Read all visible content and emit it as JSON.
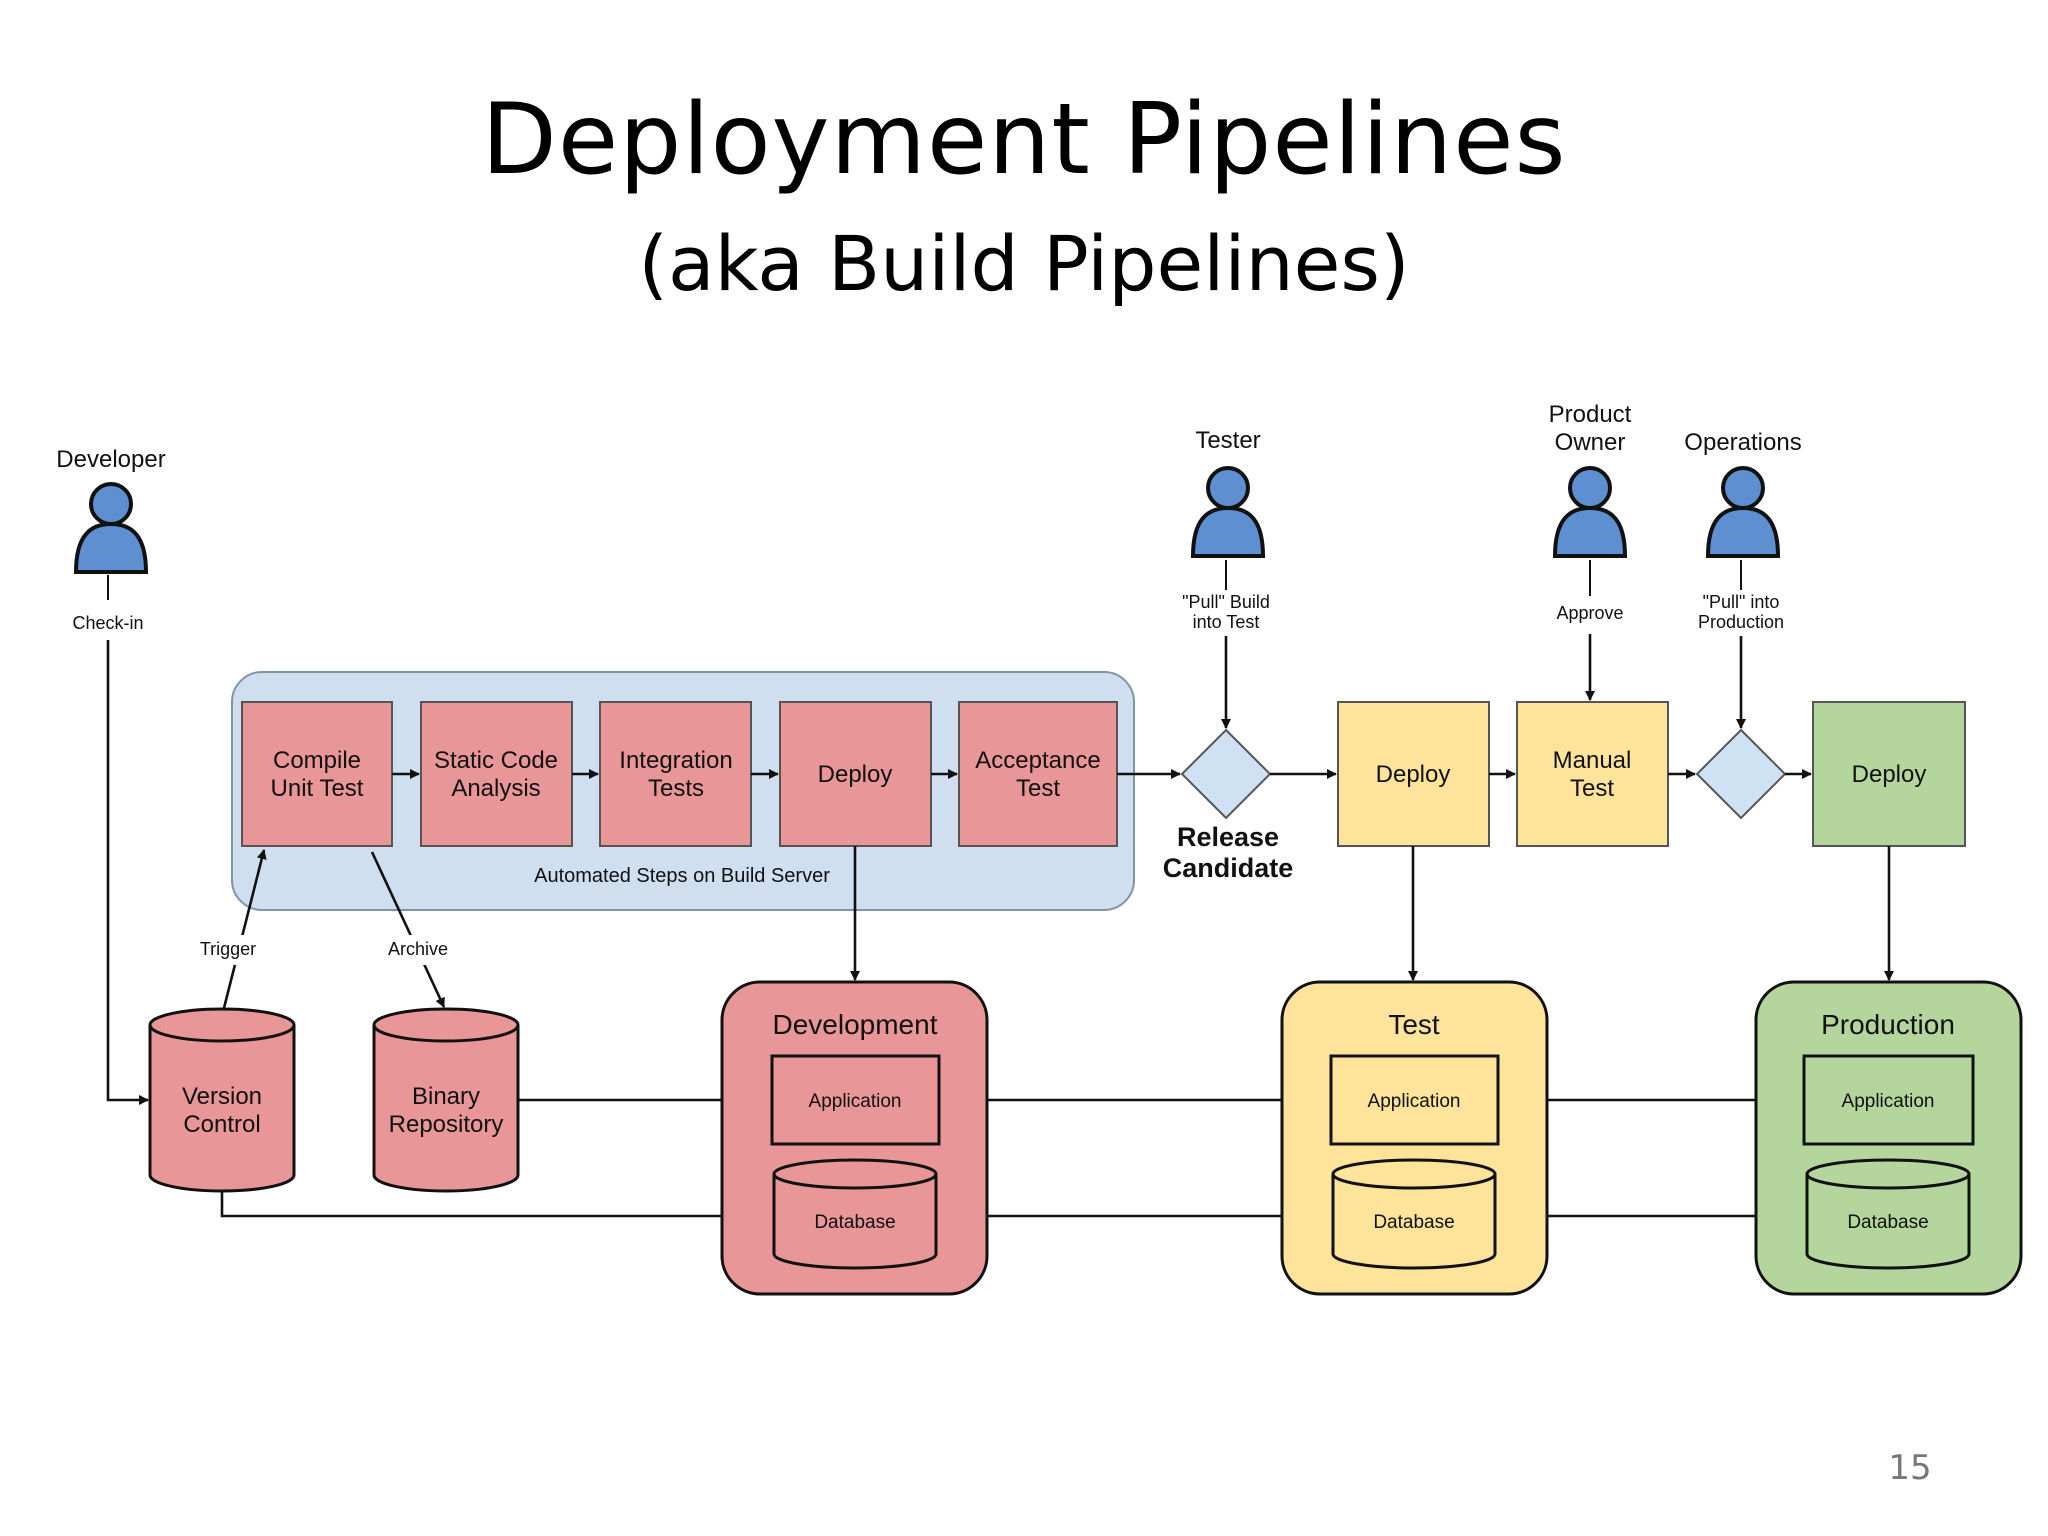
{
  "slide": {
    "title": "Deployment Pipelines",
    "subtitle": "(aka Build Pipelines)",
    "page_number": "15"
  },
  "colors": {
    "build_server_bg": "#cfdff0",
    "red": "#e89697",
    "yellow": "#fde49a",
    "green": "#b4d69c",
    "decision": "#cfe2f3",
    "person": "#5d8fd1"
  },
  "actors": {
    "developer": {
      "label": "Developer",
      "action": "Check-in",
      "icon": "person-icon"
    },
    "tester": {
      "label": "Tester",
      "action_line1": "\"Pull\" Build",
      "action_line2": "into Test",
      "icon": "person-icon"
    },
    "product_owner": {
      "label_line1": "Product",
      "label_line2": "Owner",
      "action": "Approve",
      "icon": "person-icon"
    },
    "operations": {
      "label": "Operations",
      "action_line1": "\"Pull\" into",
      "action_line2": "Production",
      "icon": "person-icon"
    }
  },
  "build_server": {
    "label": "Automated Steps on Build Server",
    "steps": {
      "compile": {
        "line1": "Compile",
        "line2": "Unit Test"
      },
      "static": {
        "line1": "Static Code",
        "line2": "Analysis"
      },
      "integration": {
        "line1": "Integration",
        "line2": "Tests"
      },
      "deploy": {
        "line1": "Deploy"
      },
      "acceptance": {
        "line1": "Acceptance",
        "line2": "Test"
      }
    }
  },
  "release_candidate": {
    "line1": "Release",
    "line2": "Candidate"
  },
  "stages": {
    "deploy_test": "Deploy",
    "manual_test": {
      "line1": "Manual",
      "line2": "Test"
    },
    "deploy_production": "Deploy"
  },
  "repositories": {
    "version_control": {
      "line1": "Version",
      "line2": "Control"
    },
    "binary_repository": {
      "line1": "Binary",
      "line2": "Repository"
    },
    "trigger": "Trigger",
    "archive": "Archive"
  },
  "environments": {
    "development": {
      "title": "Development",
      "application": "Application",
      "database": "Database"
    },
    "test": {
      "title": "Test",
      "application": "Application",
      "database": "Database"
    },
    "production": {
      "title": "Production",
      "application": "Application",
      "database": "Database"
    }
  }
}
